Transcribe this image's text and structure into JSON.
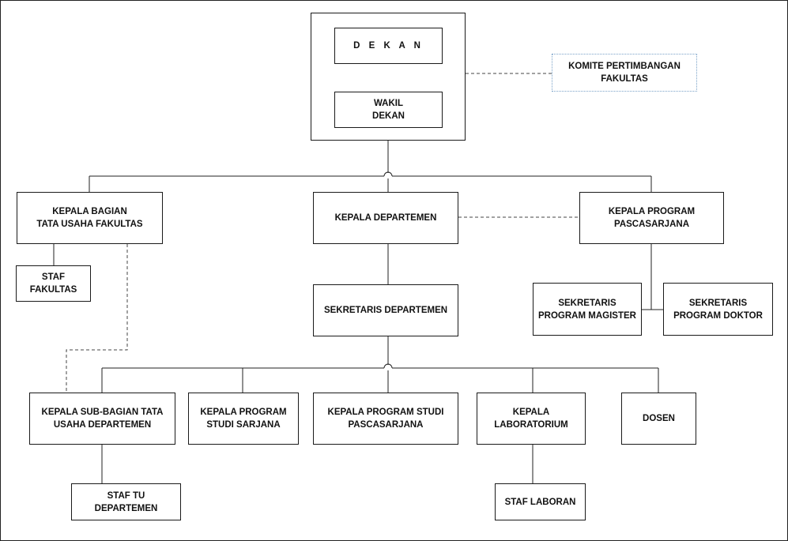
{
  "chart": {
    "dekan": "D E K A N",
    "wakil_dekan": "WAKIL\nDEKAN",
    "komite": "KOMITE PERTIMBANGAN\nFAKULTAS",
    "kepala_bagian_tu": "KEPALA BAGIAN\nTATA USAHA FAKULTAS",
    "kepala_departemen": "KEPALA DEPARTEMEN",
    "kepala_program_pascasarjana": "KEPALA PROGRAM\nPASCASARJANA",
    "staf_fakultas": "STAF\nFAKULTAS",
    "sekretaris_departemen": "SEKRETARIS DEPARTEMEN",
    "sekretaris_magister": "SEKRETARIS\nPROGRAM MAGISTER",
    "sekretaris_doktor": "SEKRETARIS\nPROGRAM DOKTOR",
    "kepala_subbagian_tu": "KEPALA SUB-BAGIAN TATA\nUSAHA DEPARTEMEN",
    "kepala_prodi_sarjana": "KEPALA PROGRAM\nSTUDI SARJANA",
    "kepala_prodi_pascasarjana": "KEPALA PROGRAM STUDI\nPASCASARJANA",
    "kepala_laboratorium": "KEPALA\nLABORATORIUM",
    "dosen": "DOSEN",
    "staf_tu_departemen": "STAF TU DEPARTEMEN",
    "staf_laboran": "STAF LABORAN"
  }
}
